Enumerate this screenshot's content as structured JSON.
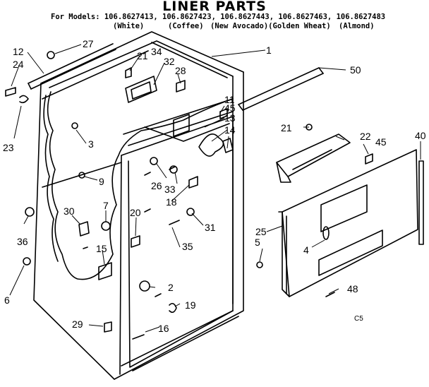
{
  "header": {
    "title": "LINER PARTS",
    "models_line": "For Models: 106.8627413, 106.8627423, 106.8627443, 106.8627463, 106.8627483",
    "colors": [
      "(White)",
      "(Coffee)",
      "(New Avocado)(Golden Wheat)",
      "(Almond)"
    ]
  },
  "callouts": [
    "1",
    "2",
    "3",
    "4",
    "5",
    "6",
    "7",
    "9",
    "11",
    "12",
    "13",
    "14",
    "15",
    "16",
    "18",
    "19",
    "20",
    "21",
    "21",
    "22",
    "23",
    "24",
    "25",
    "26",
    "27",
    "28",
    "29",
    "30",
    "31",
    "32",
    "33",
    "34",
    "35",
    "36",
    "40",
    "45",
    "45",
    "48",
    "50"
  ],
  "footer_code": "C5",
  "colors": {
    "line": "#000000",
    "background": "#ffffff"
  }
}
